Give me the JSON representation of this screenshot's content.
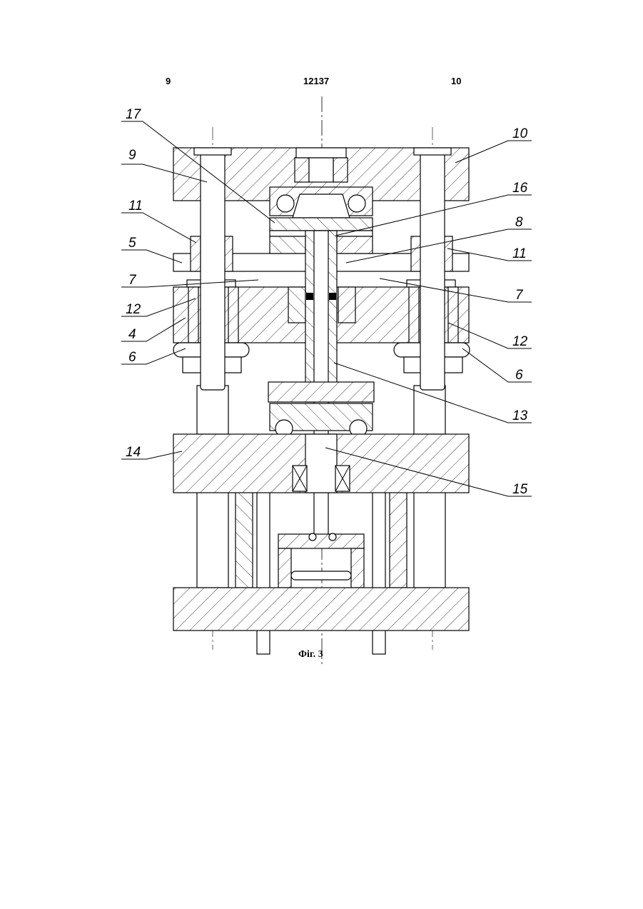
{
  "header": {
    "page_left": "9",
    "doc_number": "12137",
    "page_right": "10"
  },
  "caption": "Фіг. 3",
  "labels": {
    "l17": "17",
    "l9": "9",
    "l11a": "11",
    "l5": "5",
    "l7a": "7",
    "l12a": "12",
    "l4": "4",
    "l6a": "6",
    "l14": "14",
    "l10": "10",
    "l16": "16",
    "l8": "8",
    "l11b": "11",
    "l7b": "7",
    "l12b": "12",
    "l6b": "6",
    "l13": "13",
    "l15": "15"
  }
}
